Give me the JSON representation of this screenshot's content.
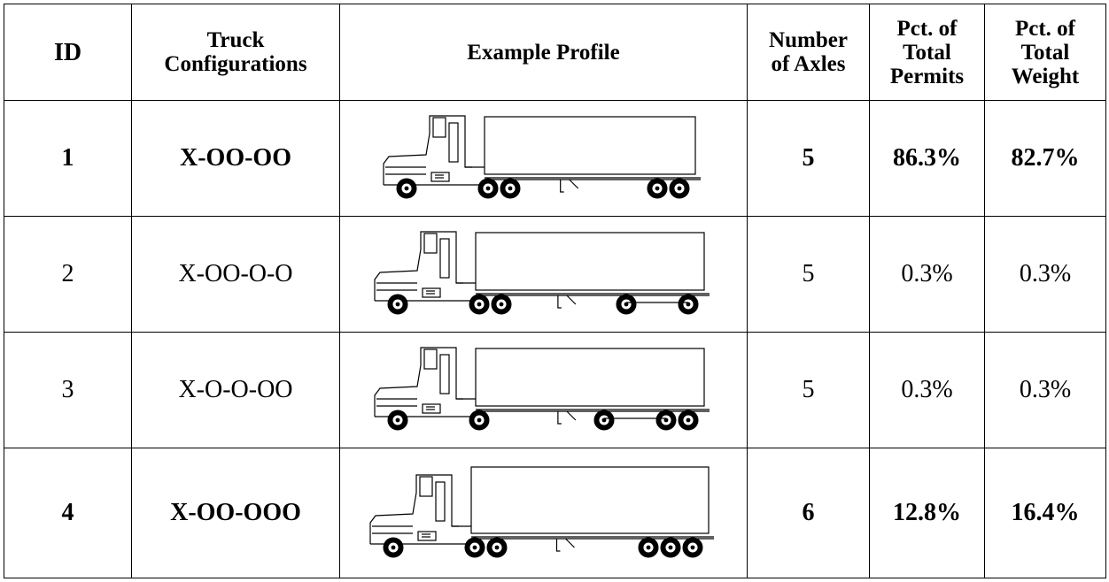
{
  "headers": {
    "id": "ID",
    "config_line1": "Truck",
    "config_line2": "Configurations",
    "profile": "Example Profile",
    "axles_line1": "Number",
    "axles_line2": "of Axles",
    "permits_line1": "Pct. of",
    "permits_line2": "Total",
    "permits_line3": "Permits",
    "weight_line1": "Pct. of",
    "weight_line2": "Total",
    "weight_line3": "Weight"
  },
  "rows": [
    {
      "id": "1",
      "config": "X-OO-OO",
      "axles": "5",
      "pct_permits": "86.3%",
      "pct_weight": "82.7%",
      "bold": true,
      "trailer_axles": "OO-OO"
    },
    {
      "id": "2",
      "config": "X-OO-O-O",
      "axles": "5",
      "pct_permits": "0.3%",
      "pct_weight": "0.3%",
      "bold": false,
      "trailer_axles": "OO-O-O"
    },
    {
      "id": "3",
      "config": "X-O-O-OO",
      "axles": "5",
      "pct_permits": "0.3%",
      "pct_weight": "0.3%",
      "bold": false,
      "trailer_axles": "O-O-OO"
    },
    {
      "id": "4",
      "config": "X-OO-OOO",
      "axles": "6",
      "pct_permits": "12.8%",
      "pct_weight": "16.4%",
      "bold": true,
      "trailer_axles": "OO-OOO"
    }
  ]
}
